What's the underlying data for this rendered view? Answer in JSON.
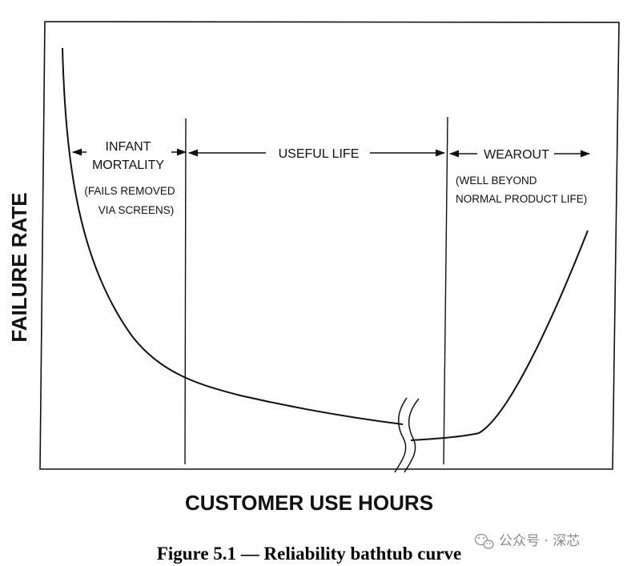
{
  "diagram": {
    "y_axis_label": "FAILURE RATE",
    "x_axis_label": "CUSTOMER USE HOURS",
    "regions": {
      "infant": {
        "label_line1": "INFANT",
        "label_line2": "MORTALITY",
        "note_line1": "(FAILS REMOVED",
        "note_line2": "VIA SCREENS)"
      },
      "useful": {
        "label": "USEFUL LIFE"
      },
      "wearout": {
        "label": "WEAROUT",
        "note_line1": "(WELL BEYOND",
        "note_line2": "NORMAL PRODUCT LIFE)"
      }
    },
    "caption": "Figure 5.1 — Reliability bathtub curve",
    "watermark": {
      "icon": "wechat-icon",
      "text": "公众号 · 深芯"
    },
    "colors": {
      "ink": "#111111",
      "watermark": "#8a8a8a"
    }
  }
}
